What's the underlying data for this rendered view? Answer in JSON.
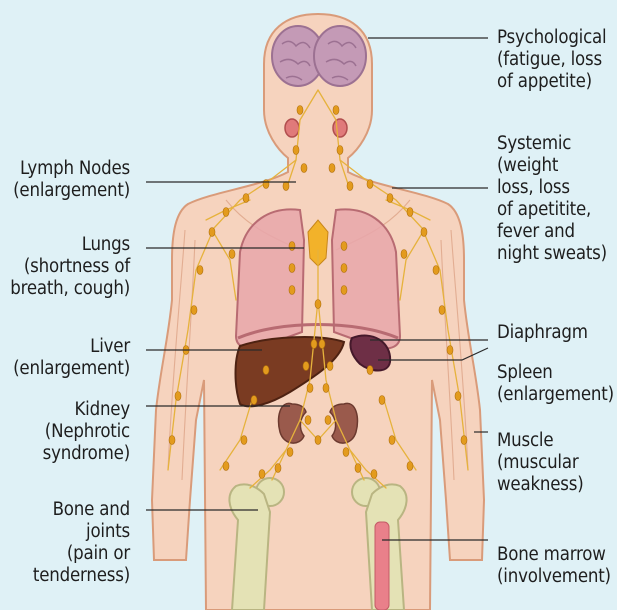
{
  "labels": {
    "psychological": "Psychological\n(fatigue, loss\nof appetite)",
    "systemic": "Systemic\n(weight\nloss, loss\nof apetitite,\nfever and\nnight sweats)",
    "lymph_nodes": "Lymph Nodes\n(enlargement)",
    "lungs": "Lungs\n(shortness of\nbreath, cough)",
    "diaphragm": "Diaphragm",
    "liver": "Liver\n(enlargement)",
    "spleen": "Spleen\n(enlargement)",
    "kidney": "Kidney\n(Nephrotic\nsyndrome)",
    "muscle": "Muscle\n(muscular\nweakness)",
    "bone_joints": "Bone and\njoints\n(pain or\ntenderness)",
    "bone_marrow": "Bone marrow\n(involvement)"
  },
  "colors": {
    "background": "#dff1f6",
    "skin": "#f6d3be",
    "skin_outline": "#d99b7a",
    "brain": "#c49ab6",
    "lungs": "#e7a6aa",
    "liver": "#7a3b22",
    "spleen": "#6e2f46",
    "kidney": "#9a5a4c",
    "lymph": "#e39b1e",
    "bone": "#e4e2b5",
    "marrow": "#e9808a"
  }
}
